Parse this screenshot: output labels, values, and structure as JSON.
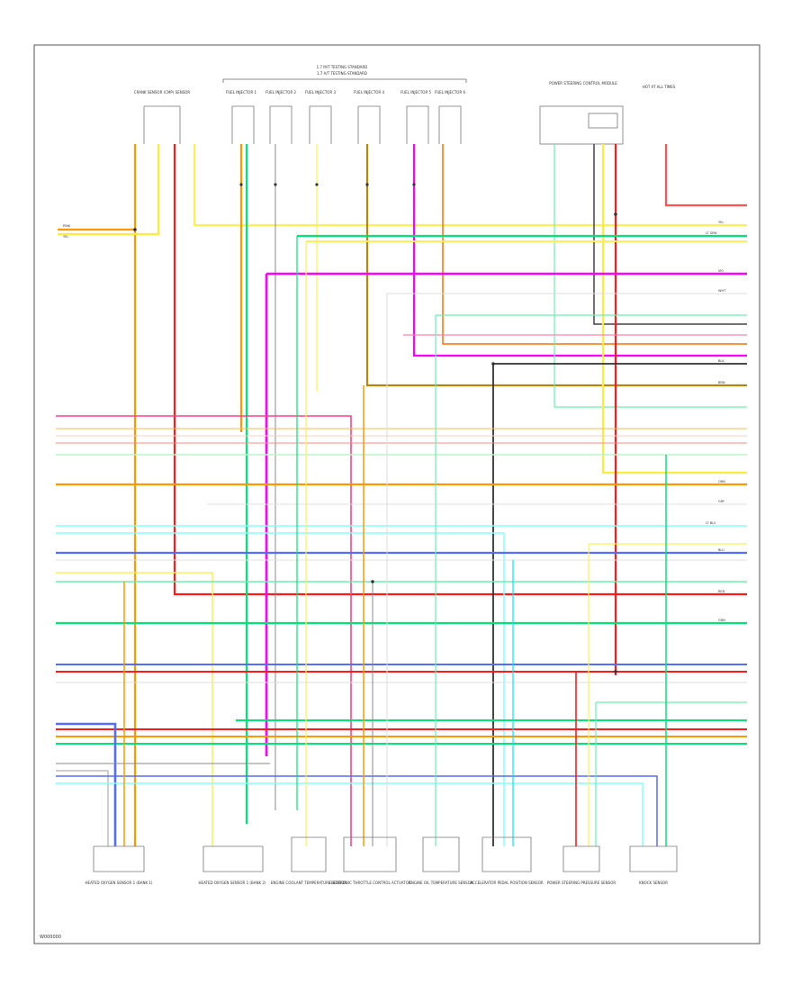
{
  "diagram": {
    "ref_code": "W000000",
    "notes": [
      "1.7 M/T TESTING STANDARD",
      "1.7 A/T TESTING STANDARD"
    ],
    "top_components": [
      "CRANK SENSOR (CMP) SENSOR",
      "FUEL INJECTOR 1",
      "FUEL INJECTOR 2",
      "FUEL INJECTOR 3",
      "FUEL INJECTOR 4",
      "FUEL INJECTOR 5",
      "FUEL INJECTOR 6"
    ],
    "right_top_components": [
      "POWER STEERING CONTROL MODULE",
      "HOT AT ALL TIMES"
    ],
    "bottom_components": [
      "HEATED OXYGEN SENSOR 1 (BANK 1)",
      "HEATED OXYGEN SENSOR 1 (BANK 2)",
      "ENGINE COOLANT TEMPERATURE SENSOR",
      "ELECTRONIC THROTTLE CONTROL ACTUATOR",
      "ENGINE OIL TEMPERATURE SENSOR",
      "ACCELERATOR PEDAL POSITION SENSOR",
      "POWER STEERING PRESSURE SENSOR",
      "KNOCK SENSOR"
    ],
    "wire_labels": {
      "pink": "PINK",
      "yellow": "YEL",
      "ltgreen": "LT GRN",
      "violet": "VIO",
      "white": "WHT",
      "black": "BLK",
      "orange": "ORN",
      "ltblue": "LT BLU",
      "blue": "BLU",
      "red": "RED",
      "green": "GRN",
      "brown": "BRN",
      "gray": "GRY"
    }
  }
}
